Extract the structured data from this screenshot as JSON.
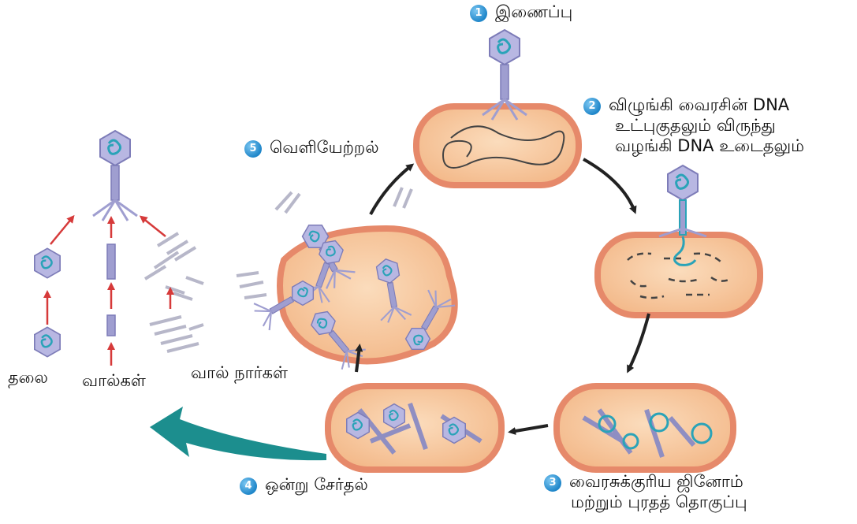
{
  "steps": [
    {
      "num": "1",
      "lines": [
        "இணைப்பு"
      ]
    },
    {
      "num": "2",
      "lines": [
        "விழுங்கி வைரசின் DNA",
        "உட்புகுதலும் விருந்து",
        "வழங்கி DNA உடைதலும்"
      ]
    },
    {
      "num": "3",
      "lines": [
        "வைரசுக்குரிய ஜினோம்",
        "மற்றும் புரதத் தொகுப்பு"
      ]
    },
    {
      "num": "4",
      "lines": [
        "ஒன்று சேர்தல்"
      ]
    },
    {
      "num": "5",
      "lines": [
        "வெளியேற்றல்"
      ]
    }
  ],
  "parts": {
    "head": "தலை",
    "tails": "வால்கள்",
    "tail_fibers": "வால் நார்கள்"
  },
  "colors": {
    "cell_fill": "#f6c79a",
    "cell_rim": "#e6896a",
    "phage": "#a7a6d6",
    "dna": "#2aa3b8",
    "arrow_dark": "#222222",
    "arrow_red": "#d63a3a",
    "big_arrow": "#1c8e8e",
    "badge": "#1f86c9"
  }
}
